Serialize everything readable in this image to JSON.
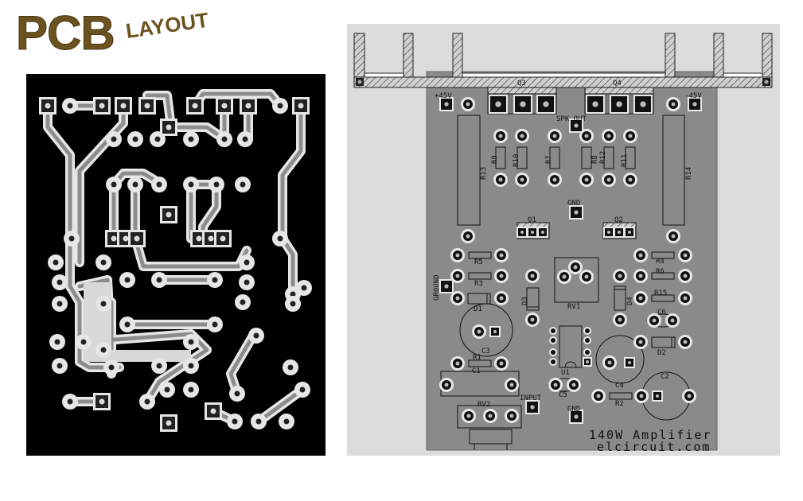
{
  "logo": {
    "main": "PCB",
    "sub": "LAYOUT"
  },
  "colors": {
    "logo": "#6b5220",
    "copper_side_bg": "#000000",
    "trace": "#8c8c8c",
    "component_board": "#8a8a8a",
    "backdrop": "#dcdcdc"
  },
  "component_side": {
    "supply_pos": "+45V",
    "supply_neg": "-45V",
    "speaker_out": "SPK OUT",
    "gnd_top": "GND",
    "gnd_bottom": "GND",
    "ground": "GROUND",
    "input": "INPUT",
    "components": {
      "Q1": "Q1",
      "Q2": "Q2",
      "Q3": "Q3",
      "Q4": "Q4",
      "R1": "R1",
      "R2": "R2",
      "R3": "R3",
      "R4": "R4",
      "R5": "R5",
      "R6": "R6",
      "R7": "R7",
      "R8": "R8",
      "R9": "R9",
      "R10": "R10",
      "R11": "R11",
      "R12": "R12",
      "R13": "R13",
      "R14": "R14",
      "R15": "R15",
      "C1": "C1",
      "C2": "C2",
      "C3": "C3",
      "C4": "C4",
      "C5": "C5",
      "C6": "C6",
      "D1": "D1",
      "D2": "D2",
      "D3": "D3",
      "D4": "D4",
      "RV1": "RV1",
      "RV2": "RV2",
      "U1": "U1"
    },
    "title": "140W Amplifier",
    "site": "elcircuit.com"
  }
}
